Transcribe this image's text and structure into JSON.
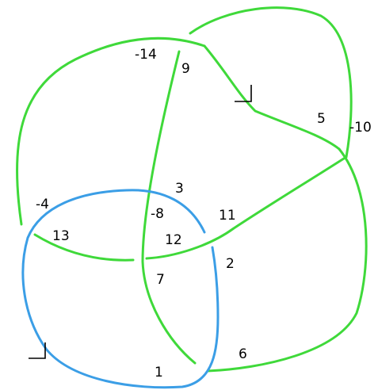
{
  "colors": {
    "green_component": "#3fd93a",
    "blue_component": "#3b9ee6",
    "marker": "#000000",
    "background": "#ffffff"
  },
  "labels": {
    "l_neg14": "-14",
    "l_9": "9",
    "l_5": "5",
    "l_neg10": "-10",
    "l_3": "3",
    "l_neg4": "-4",
    "l_neg8": "-8",
    "l_11": "11",
    "l_13": "13",
    "l_12": "12",
    "l_2": "2",
    "l_7": "7",
    "l_6": "6",
    "l_1": "1"
  }
}
